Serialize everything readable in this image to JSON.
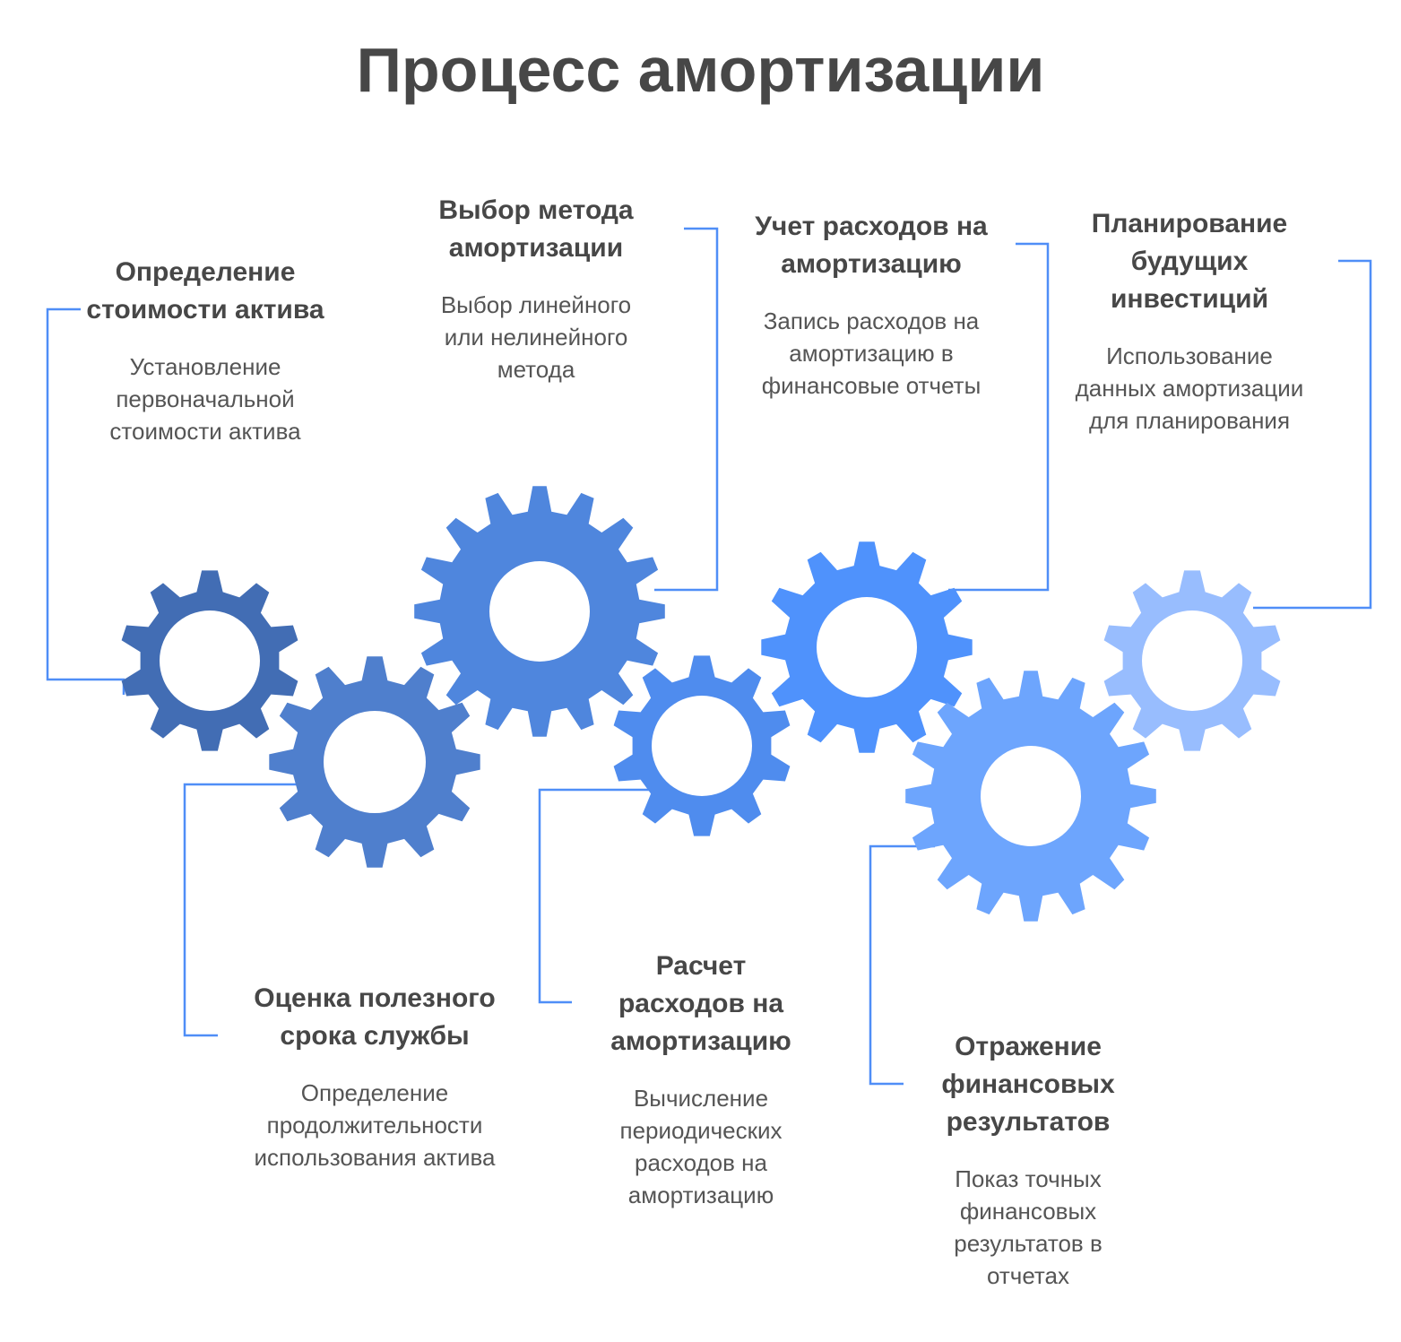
{
  "title": "Процесс амортизации",
  "colors": {
    "connector": "#4F8EF7"
  },
  "steps": [
    {
      "title": "Определение стоимости актива",
      "desc": "Установление первоначальной стоимости актива",
      "gear_color": "#426DB4",
      "teeth": 10
    },
    {
      "title": "Оценка полезного срока службы",
      "desc": "Определение продолжительности использования актива",
      "gear_color": "#4F7FCD",
      "teeth": 12
    },
    {
      "title": "Выбор метода амортизации",
      "desc": "Выбор линейного или нелинейного метода",
      "gear_color": "#4F86DD",
      "teeth": 16
    },
    {
      "title": "Расчет расходов на амортизацию",
      "desc": "Вычисление периодических расходов на амортизацию",
      "gear_color": "#4F8CEE",
      "teeth": 10
    },
    {
      "title": "Учет расходов на амортизацию",
      "desc": "Запись расходов на амортизацию в финансовые отчеты",
      "gear_color": "#4F92FC",
      "teeth": 12
    },
    {
      "title": "Отражение финансовых результатов",
      "desc": "Показ точных финансовых результатов в отчетах",
      "gear_color": "#6DA5FD",
      "teeth": 16
    },
    {
      "title": "Планирование будущих инвестиций",
      "desc": "Использование данных амортизации для планирования",
      "gear_color": "#98BDFE",
      "teeth": 10
    }
  ]
}
